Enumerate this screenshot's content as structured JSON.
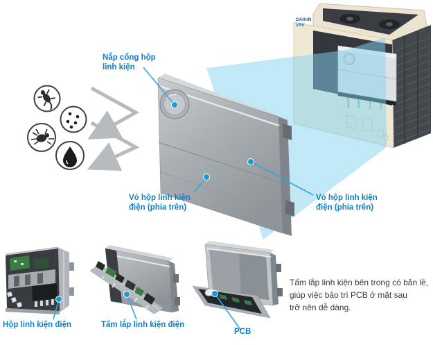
{
  "unit": {
    "brand": "DAIKIN",
    "model": "VRV"
  },
  "callouts": {
    "port_cover": {
      "lines": [
        "Nắp cổng hộp",
        "linh kiện"
      ]
    },
    "cover_left": {
      "lines": [
        "Vỏ hộp linh kiện",
        "điện (phía trên)"
      ]
    },
    "cover_right": {
      "lines": [
        "Vỏ hộp linh kiện",
        "điện (phía trên)"
      ]
    },
    "electrical_box": "Hộp linh kiện điện",
    "mounting_plate": "Tấm lắp linh kiện điện",
    "pcb": "PCB"
  },
  "note": {
    "lines": [
      "Tấm lắp linh kiện bên trong có bản lề,",
      "giúp việc bảo trì PCB ở mặt sau",
      "trở nên dễ dàng."
    ]
  },
  "icons": [
    "gecko-icon",
    "dust-particles-icon",
    "mite-icon",
    "water-drop-icon"
  ],
  "colors": {
    "label_blue": "#1080c5",
    "callout_line": "#33a5dc",
    "beam_cyan": "#82d2f0",
    "arrow_gray": "#b7bbbd",
    "box_gray": "#a5aaaf",
    "unit_cream": "#efe8d5",
    "note_text": "#3a3a3a"
  }
}
